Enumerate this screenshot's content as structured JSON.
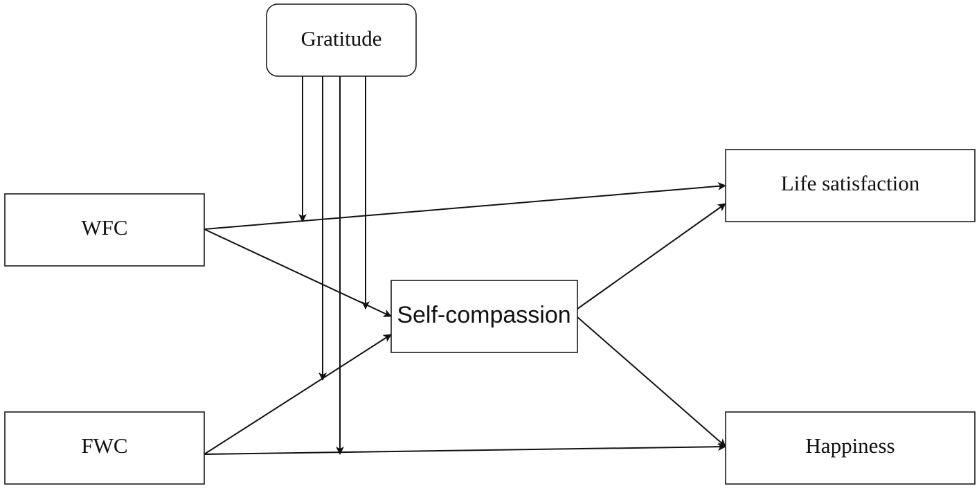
{
  "nodes": {
    "gratitude": {
      "label": "Gratitude"
    },
    "wfc": {
      "label": "WFC"
    },
    "fwc": {
      "label": "FWC"
    },
    "self_compassion": {
      "label": "Self-compassion"
    },
    "life_satisfaction": {
      "label": "Life satisfaction"
    },
    "happiness": {
      "label": "Happiness"
    }
  },
  "edges": [
    {
      "from": "wfc",
      "to": "life_satisfaction"
    },
    {
      "from": "wfc",
      "to": "self_compassion"
    },
    {
      "from": "fwc",
      "to": "self_compassion"
    },
    {
      "from": "fwc",
      "to": "happiness"
    },
    {
      "from": "self_compassion",
      "to": "life_satisfaction"
    },
    {
      "from": "self_compassion",
      "to": "happiness"
    },
    {
      "from": "gratitude",
      "to": "wfc-to-life_satisfaction",
      "kind": "moderation"
    },
    {
      "from": "gratitude",
      "to": "fwc-to-self_compassion",
      "kind": "moderation"
    },
    {
      "from": "gratitude",
      "to": "fwc-to-happiness",
      "kind": "moderation"
    },
    {
      "from": "gratitude",
      "to": "wfc-to-self_compassion",
      "kind": "moderation"
    }
  ],
  "colors": {
    "stroke": "#111111",
    "background": "#ffffff"
  }
}
